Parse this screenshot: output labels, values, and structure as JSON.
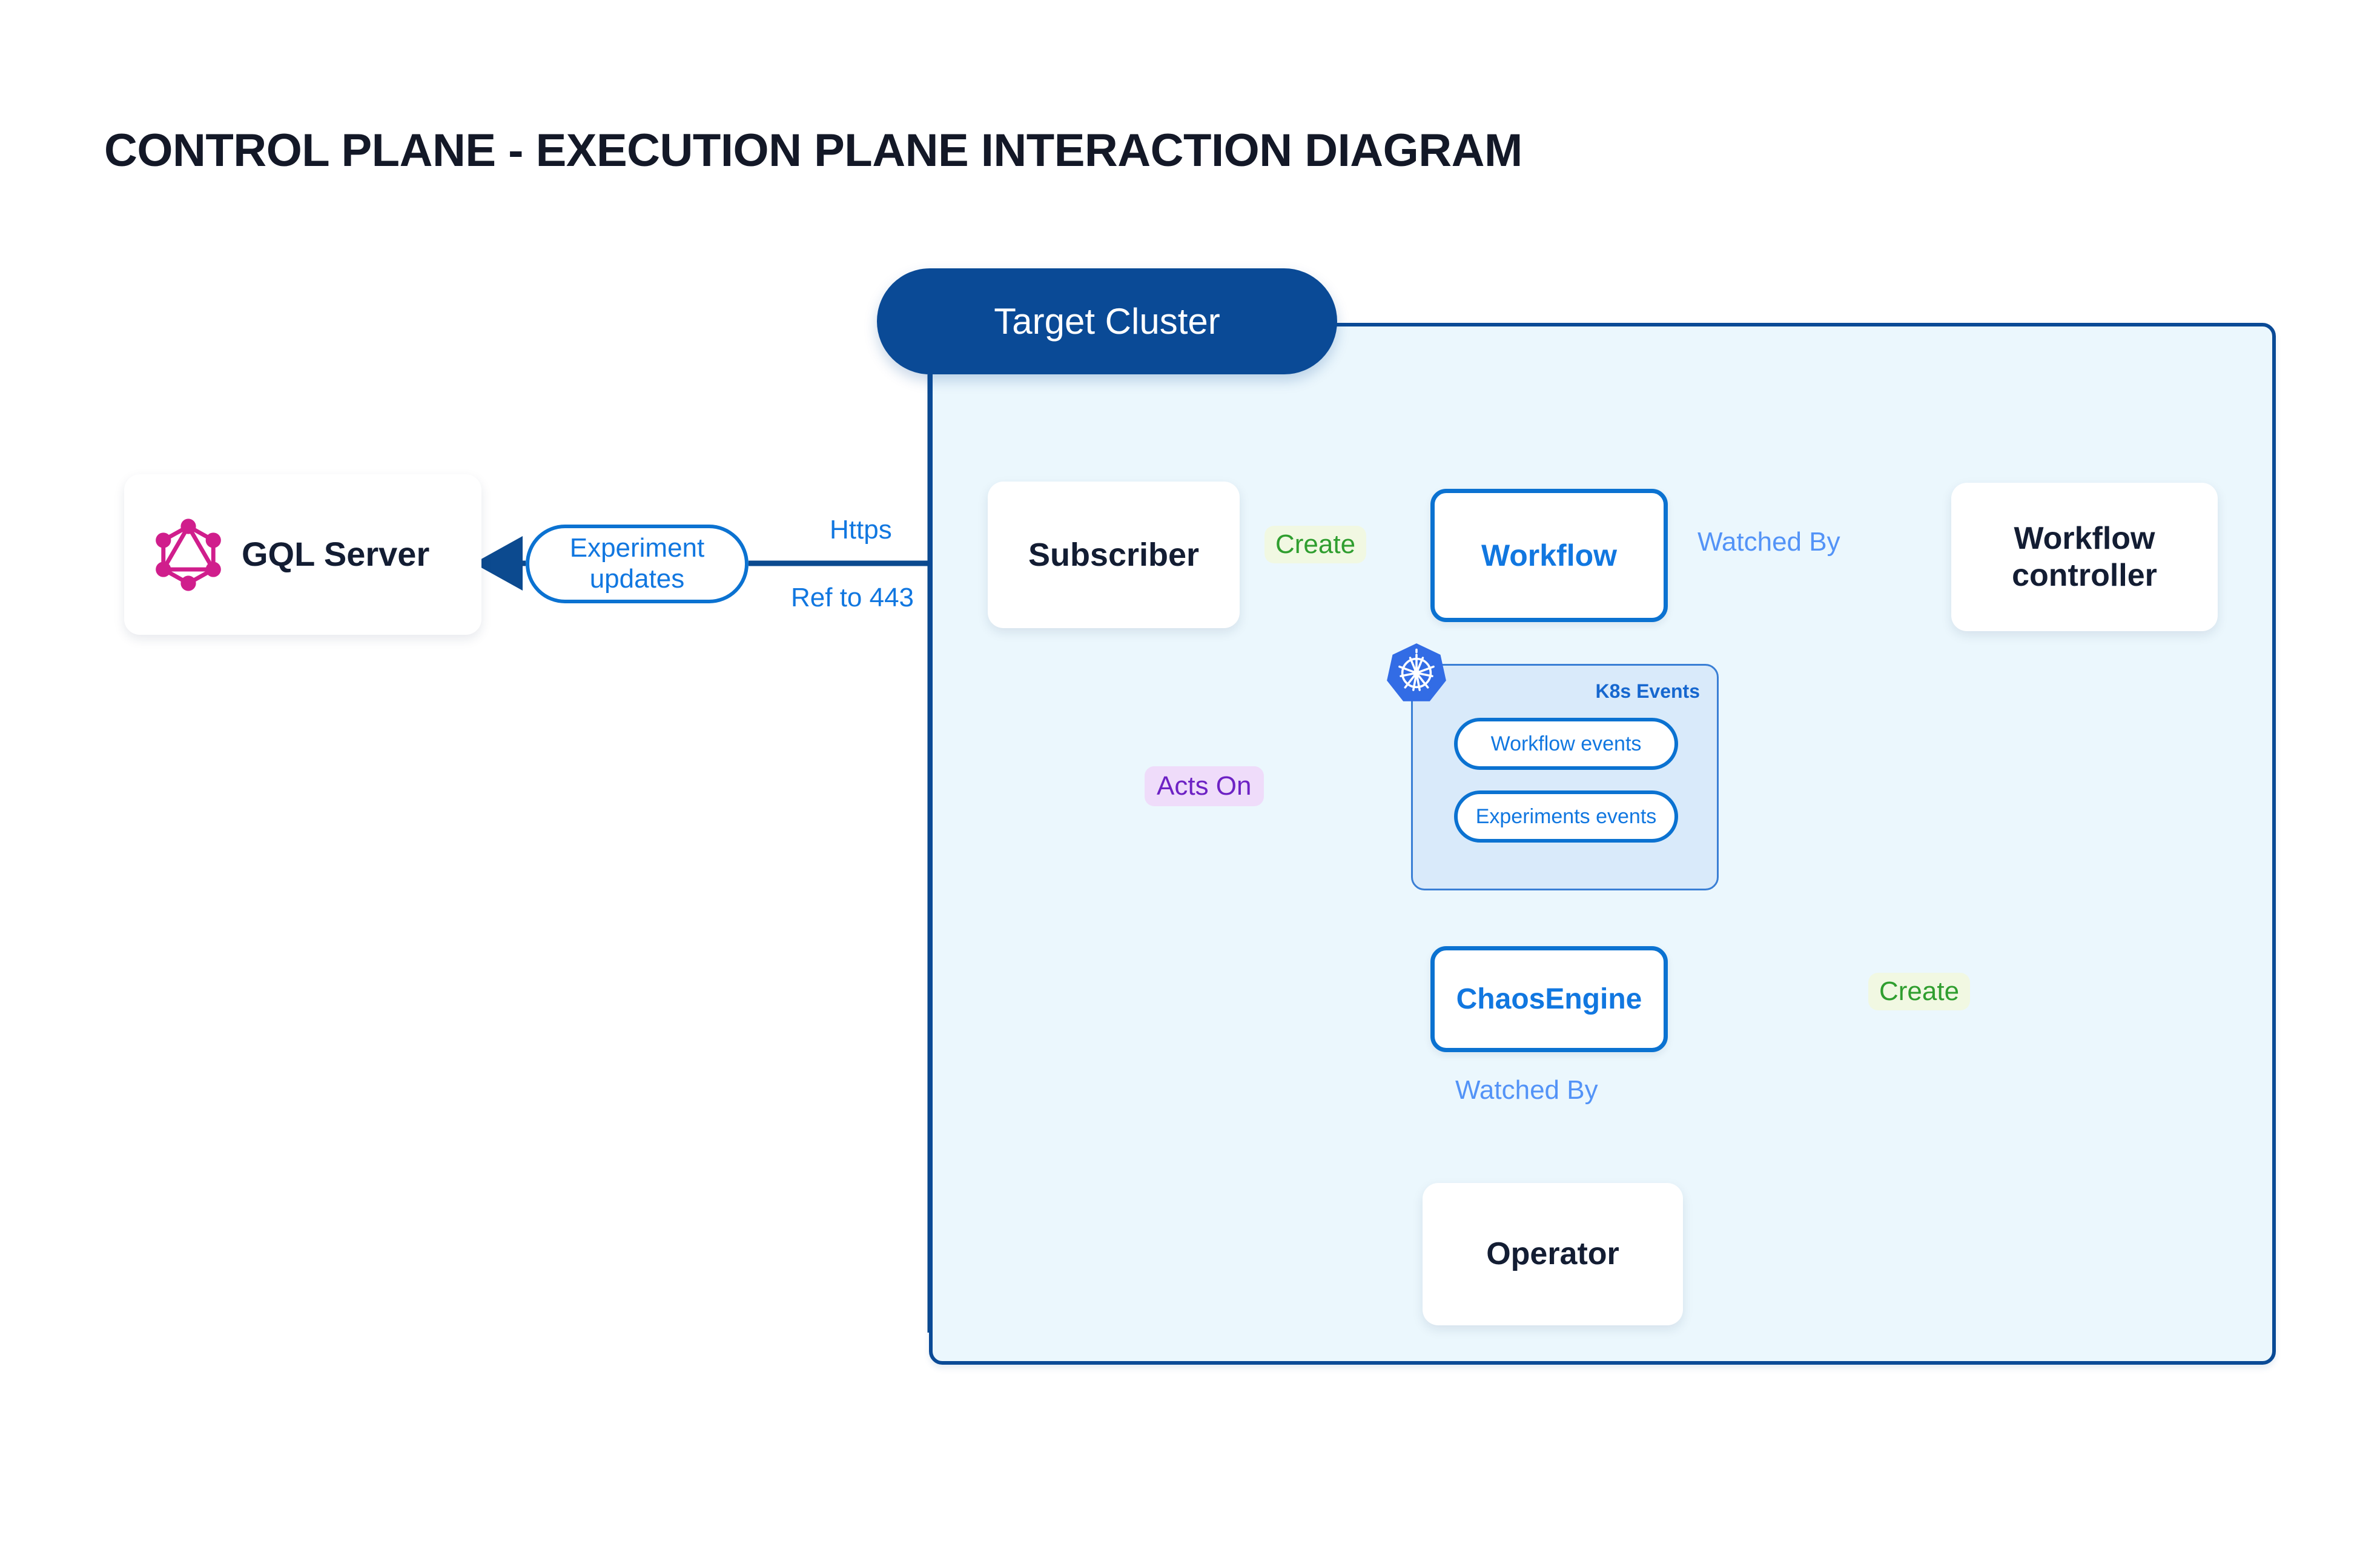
{
  "title": "CONTROL PLANE - EXECUTION PLANE INTERACTION DIAGRAM",
  "cluster": {
    "label": "Target Cluster"
  },
  "nodes": {
    "gql_server": {
      "label": "GQL Server",
      "icon": "graphql-logo-icon"
    },
    "subscriber": {
      "label": "Subscriber"
    },
    "workflow": {
      "label": "Workflow"
    },
    "workflow_controller": {
      "label": "Workflow\ncontroller",
      "line1": "Workflow",
      "line2": "controller"
    },
    "chaos_engine": {
      "label": "ChaosEngine"
    },
    "operator": {
      "label": "Operator"
    }
  },
  "k8s_events": {
    "title": "K8s Events",
    "icon": "kubernetes-logo-icon",
    "pills": [
      {
        "label": "Workflow events"
      },
      {
        "label": "Experiments events"
      }
    ]
  },
  "edges": {
    "experiment_updates": {
      "line1": "Experiment",
      "line2": "updates"
    },
    "https": "Https",
    "ref_to_443": "Ref to 443",
    "create_workflow": "Create",
    "watched_by_controller": "Watched By",
    "acts_on": "Acts On",
    "create_chaosengine": "Create",
    "watched_by_operator": "Watched By"
  },
  "colors": {
    "cluster_border": "#0a4a96",
    "cluster_fill": "#ebf7fd",
    "cluster_pill": "#0a4a96",
    "node_text": "#131d33",
    "outline_blue": "#0b72d1",
    "accent_blue": "#1177e0",
    "light_blue": "#5393f7",
    "green": "#2f9e2f",
    "green_pill_bg": "#f1f8e2",
    "purple": "#6d22c4",
    "purple_pill_bg": "#efdcfa",
    "k8s_panel_fill": "#d9eafa",
    "k8s_panel_border": "#3a7fd5",
    "k8s_logo": "#326ce5",
    "graphql_pink": "#d01e8c",
    "gray_arrow": "#4a5163",
    "navy_line": "#0c4a8f"
  }
}
